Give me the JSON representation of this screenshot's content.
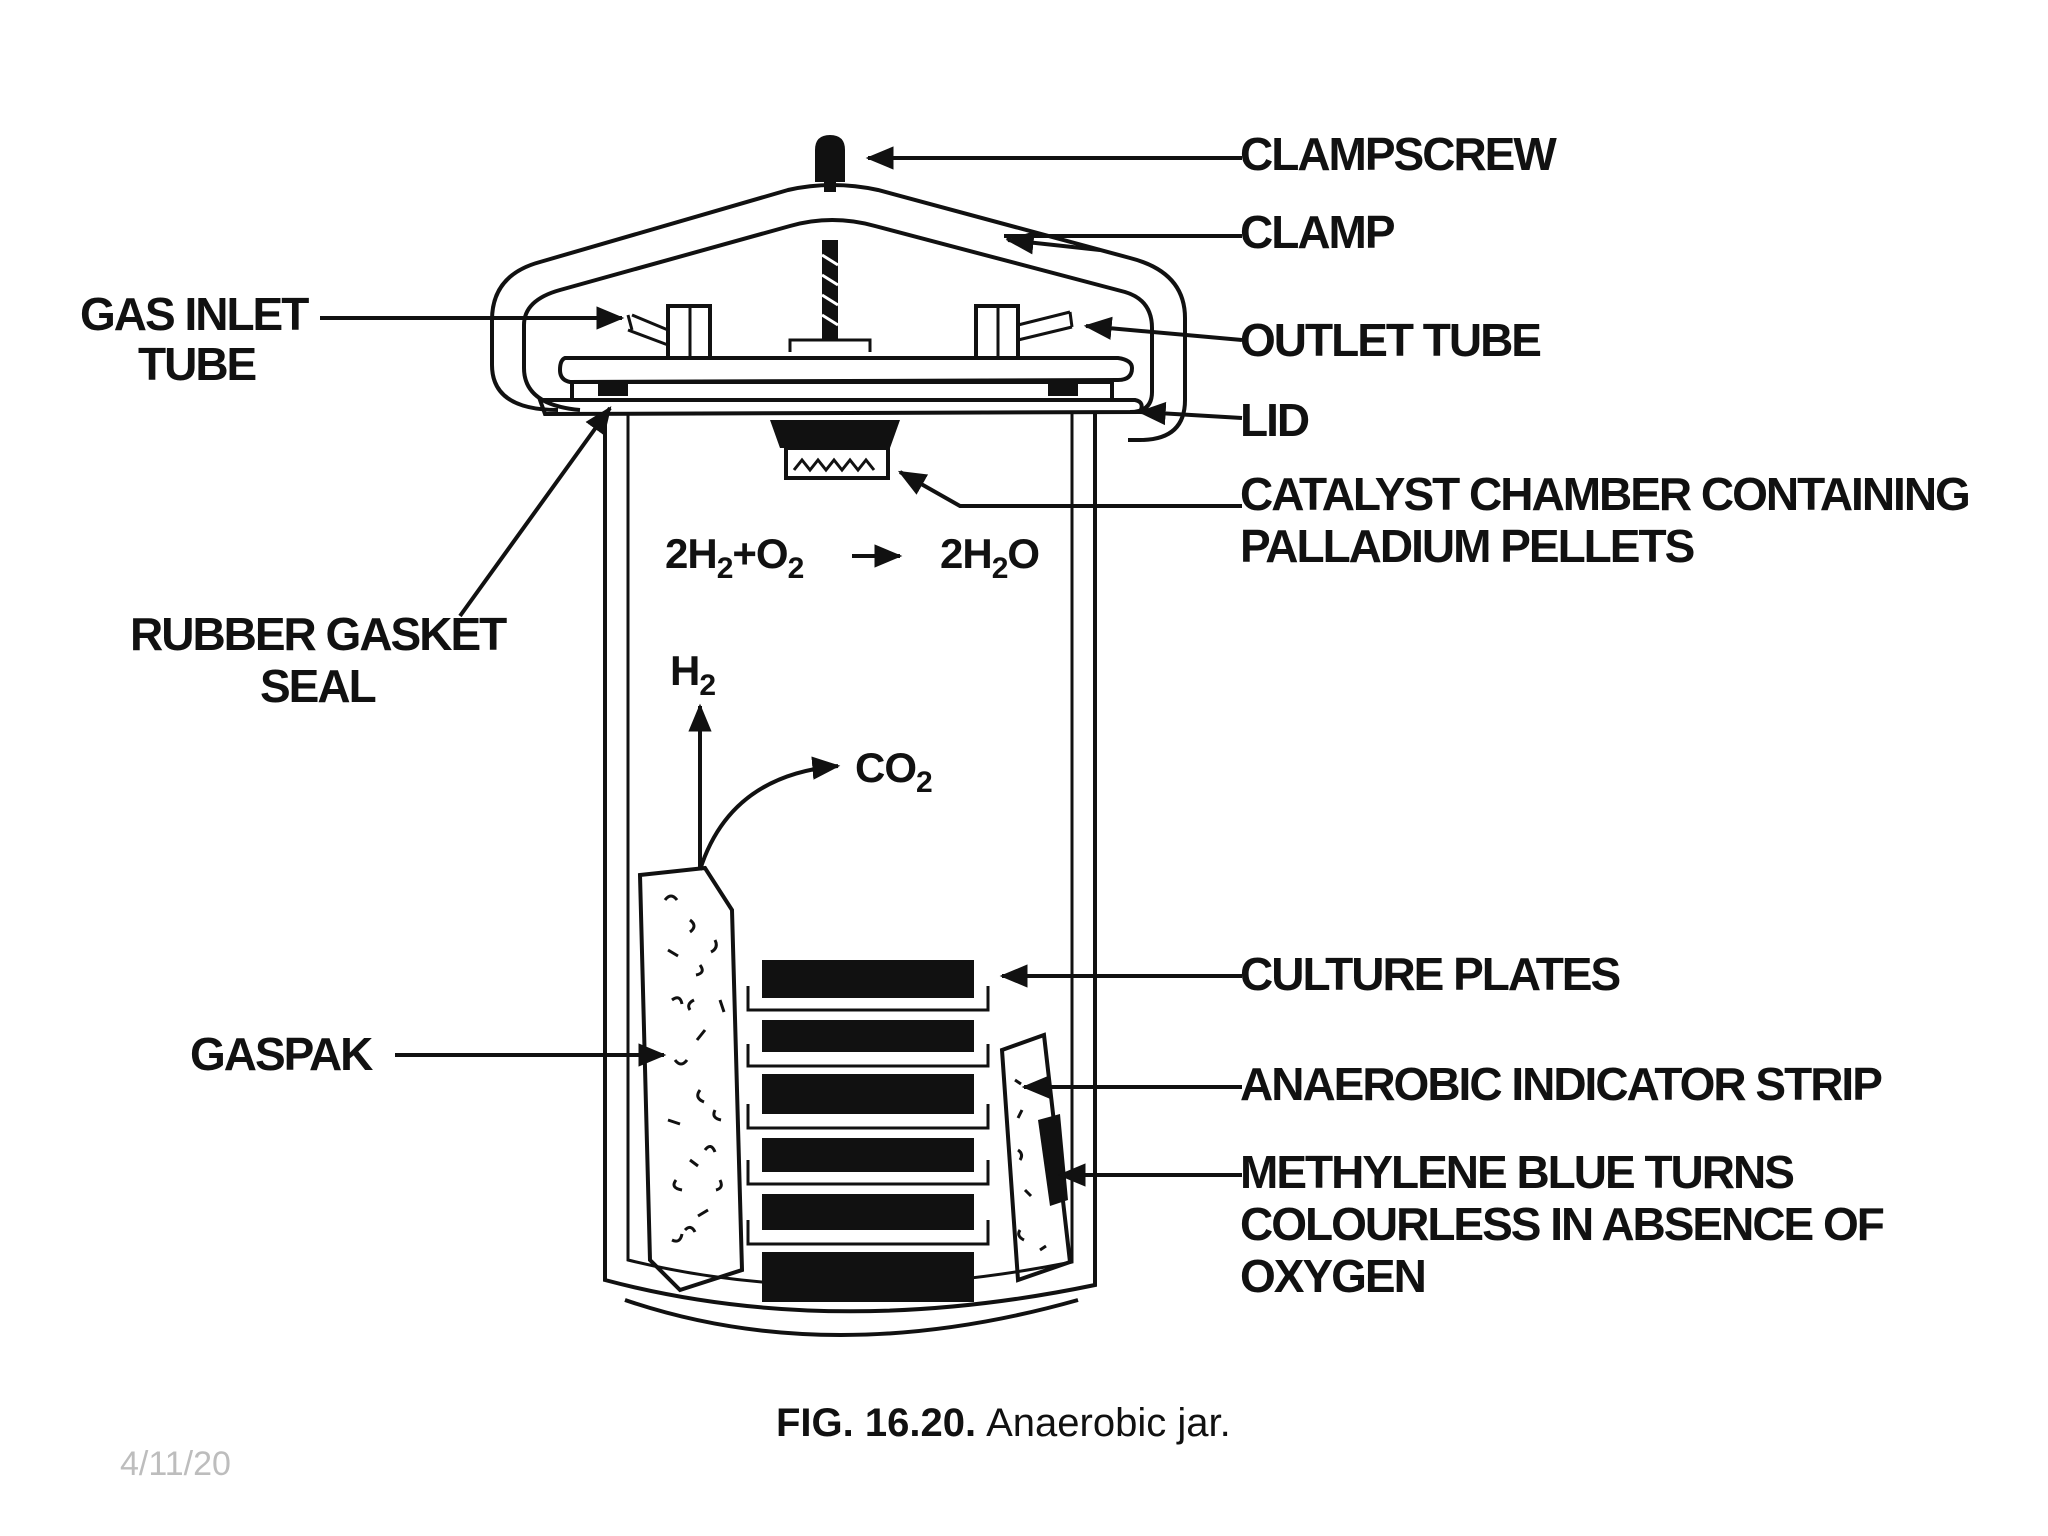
{
  "figure": {
    "caption_number": "FIG. 16.20.",
    "caption_text": "Anaerobic jar.",
    "slide_date": "4/11/20"
  },
  "labels": {
    "clampscrew": "CLAMPSCREW",
    "clamp": "CLAMP",
    "gas_inlet_1": "GAS INLET",
    "gas_inlet_2": "TUBE",
    "outlet_tube": "OUTLET TUBE",
    "lid": "LID",
    "catalyst_1": "CATALYST CHAMBER CONTAINING",
    "catalyst_2": "PALLADIUM PELLETS",
    "gasket_1": "RUBBER GASKET",
    "gasket_2": "SEAL",
    "culture_plates": "CULTURE PLATES",
    "gaspak": "GASPAK",
    "indicator_strip": "ANAEROBIC INDICATOR STRIP",
    "methylene_1": "METHYLENE BLUE TURNS",
    "methylene_2": "COLOURLESS IN ABSENCE OF",
    "methylene_3": "OXYGEN"
  },
  "reaction": {
    "lhs_coef": "2",
    "h": "H",
    "h_sub": "2",
    "plus": "+",
    "o": "O",
    "o_sub": "2",
    "rhs_coef": "2",
    "rhs_h": "H",
    "rhs_h_sub": "2",
    "rhs_o": "O"
  },
  "gases": {
    "h2": "H",
    "h2_sub": "2",
    "co2": "CO",
    "co2_sub": "2"
  },
  "colors": {
    "ink": "#111111",
    "paper": "#ffffff"
  }
}
